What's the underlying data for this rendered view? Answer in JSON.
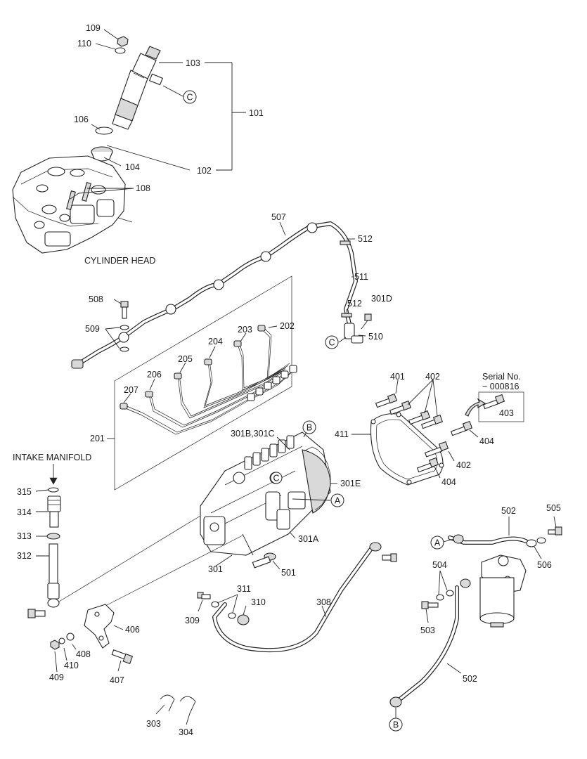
{
  "labels": {
    "l109": "109",
    "l110": "110",
    "l103": "103",
    "l101": "101",
    "l106": "106",
    "l104": "104",
    "l102": "102",
    "l108": "108",
    "l507": "507",
    "l512a": "512",
    "l511": "511",
    "l512b": "512",
    "l301d": "301D",
    "l510": "510",
    "l508": "508",
    "l509": "509",
    "l202": "202",
    "l203": "203",
    "l204": "204",
    "l205": "205",
    "l206": "206",
    "l207": "207",
    "l201": "201",
    "l401": "401",
    "l402a": "402",
    "l411": "411",
    "l404a": "404",
    "l402b": "402",
    "l404b": "404",
    "l403": "403",
    "l301bc": "301B,301C",
    "l301e": "301E",
    "l301a": "301A",
    "l301": "301",
    "l501": "501",
    "l315": "315",
    "l314": "314",
    "l313": "313",
    "l312": "312",
    "l502a": "502",
    "l505": "505",
    "l506": "506",
    "l504": "504",
    "l503": "503",
    "l502b": "502",
    "l311": "311",
    "l310": "310",
    "l309": "309",
    "l308": "308",
    "l406": "406",
    "l408": "408",
    "l410": "410",
    "l409": "409",
    "l407": "407",
    "l303": "303",
    "l304": "304"
  },
  "callouts": {
    "c1": "C",
    "c2": "C",
    "c3": "C",
    "b1": "B",
    "b2": "B",
    "a1": "A",
    "a2": "A"
  },
  "titles": {
    "cylinder_head": "CYLINDER HEAD",
    "intake_manifold": "INTAKE MANIFOLD",
    "serial_line1": "Serial No.",
    "serial_line2": "~ 000816"
  }
}
